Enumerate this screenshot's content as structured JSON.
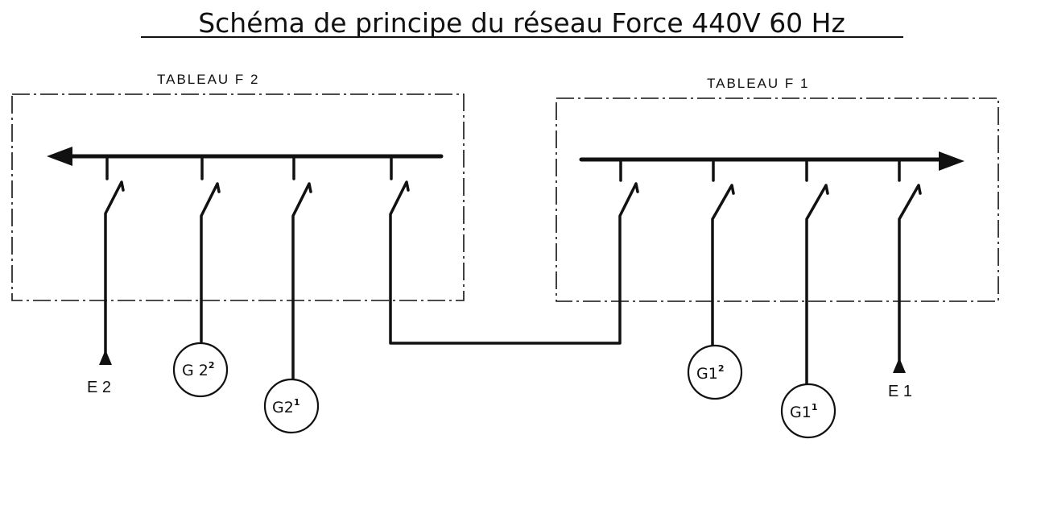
{
  "title": "Schéma de principe du réseau Force 440V 60 Hz",
  "panels": [
    {
      "id": "f2",
      "label": "TABLEAU  F 2"
    },
    {
      "id": "f1",
      "label": "TABLEAU  F 1"
    }
  ],
  "feeders": {
    "e2": {
      "label": "E 2",
      "type": "incoming-feed"
    },
    "g2_2": {
      "base": "G 2",
      "sup": "2",
      "type": "generator"
    },
    "g2_1": {
      "base": "G2",
      "sup": "1",
      "type": "generator"
    },
    "g1_2": {
      "base": "G1",
      "sup": "2",
      "type": "generator"
    },
    "g1_1": {
      "base": "G1",
      "sup": "1",
      "type": "generator"
    },
    "e1": {
      "label": "E 1",
      "type": "incoming-feed"
    }
  },
  "colors": {
    "ink": "#111111",
    "paper": "#ffffff"
  }
}
